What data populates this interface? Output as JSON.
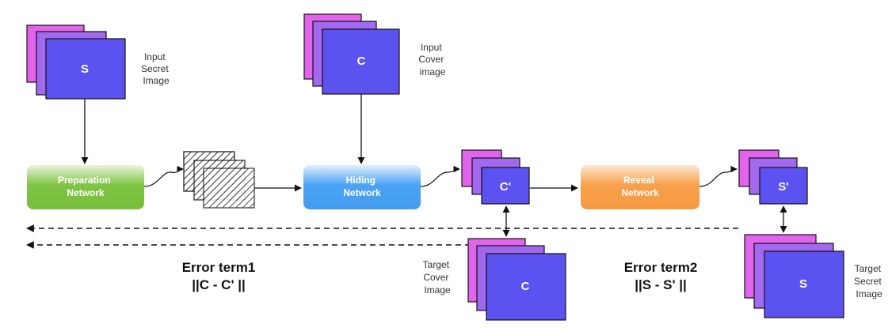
{
  "colors": {
    "square_fill": "#5b52f0",
    "layer_back": "#e264ec",
    "layer_mid": "#a268ee",
    "outline": "#111111",
    "prep_green": "#7fc443",
    "hiding_blue": "#4aa3f5",
    "reveal_orange": "#f8a04a"
  },
  "stacks": {
    "input_secret": {
      "letter": "S",
      "caption": [
        "Input",
        "Secret",
        "Image"
      ]
    },
    "input_cover": {
      "letter": "C",
      "caption": [
        "Input",
        "Cover",
        "image"
      ]
    },
    "container": {
      "letter": "C'"
    },
    "revealed": {
      "letter": "S'"
    },
    "target_cover": {
      "letter": "C",
      "caption": [
        "Target",
        "Cover",
        "Image"
      ]
    },
    "target_secret": {
      "letter": "S",
      "caption": [
        "Target",
        "Secret",
        "Image"
      ]
    }
  },
  "networks": {
    "preparation": [
      "Preparation",
      "Network"
    ],
    "hiding": [
      "Hiding",
      "Network"
    ],
    "reveal": [
      "Reveal",
      "Network"
    ]
  },
  "errors": {
    "term1": {
      "title": "Error term1",
      "formula": "||C - C' ||"
    },
    "term2": {
      "title": "Error term2",
      "formula": "||S - S' ||"
    }
  }
}
